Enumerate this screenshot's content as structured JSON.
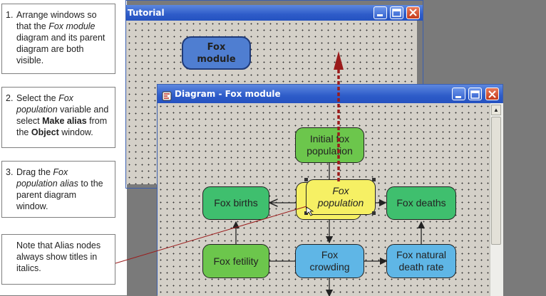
{
  "steps": [
    {
      "num": "1.",
      "parts": [
        [
          "Arrange windows so that the ",
          ""
        ],
        [
          "Fox module",
          "i"
        ],
        [
          " diagram and its parent diagram are both visible.",
          ""
        ]
      ]
    },
    {
      "num": "2.",
      "parts": [
        [
          "Select the ",
          ""
        ],
        [
          "Fox population",
          "i"
        ],
        [
          " variable and select ",
          ""
        ],
        [
          "Make alias",
          "b"
        ],
        [
          " from the ",
          ""
        ],
        [
          "Object",
          "b"
        ],
        [
          " window.",
          ""
        ]
      ]
    },
    {
      "num": "3.",
      "parts": [
        [
          "Drag the ",
          ""
        ],
        [
          "Fox population alias",
          "i"
        ],
        [
          " to the parent diagram window.",
          ""
        ]
      ]
    }
  ],
  "note": "Note that Alias nodes always show titles in italics.",
  "parent_window": {
    "title": "Tutorial",
    "module_node": "Fox\nmodule"
  },
  "diagram_window": {
    "title": "Diagram - Fox module",
    "nodes": {
      "initial": "Initial fox\npopulation",
      "births": "Fox births",
      "population": "Fox\npopulation",
      "deaths": "Fox deaths",
      "fertility": "Fox fetility",
      "crowding": "Fox\ncrowding",
      "natural_death": "Fox natural\ndeath rate"
    }
  },
  "icons": {
    "minimize": "minimize-icon",
    "maximize": "maximize-icon",
    "close": "close-icon",
    "app": "diagram-app-icon"
  },
  "colors": {
    "titlebar": "#2e5cc9",
    "flow_node": "#3fbf6e",
    "input_node": "#6cc64c",
    "variable_node": "#5fb6e6",
    "alias_node": "#f6f064",
    "drag_arrow": "#9b1b1b"
  }
}
